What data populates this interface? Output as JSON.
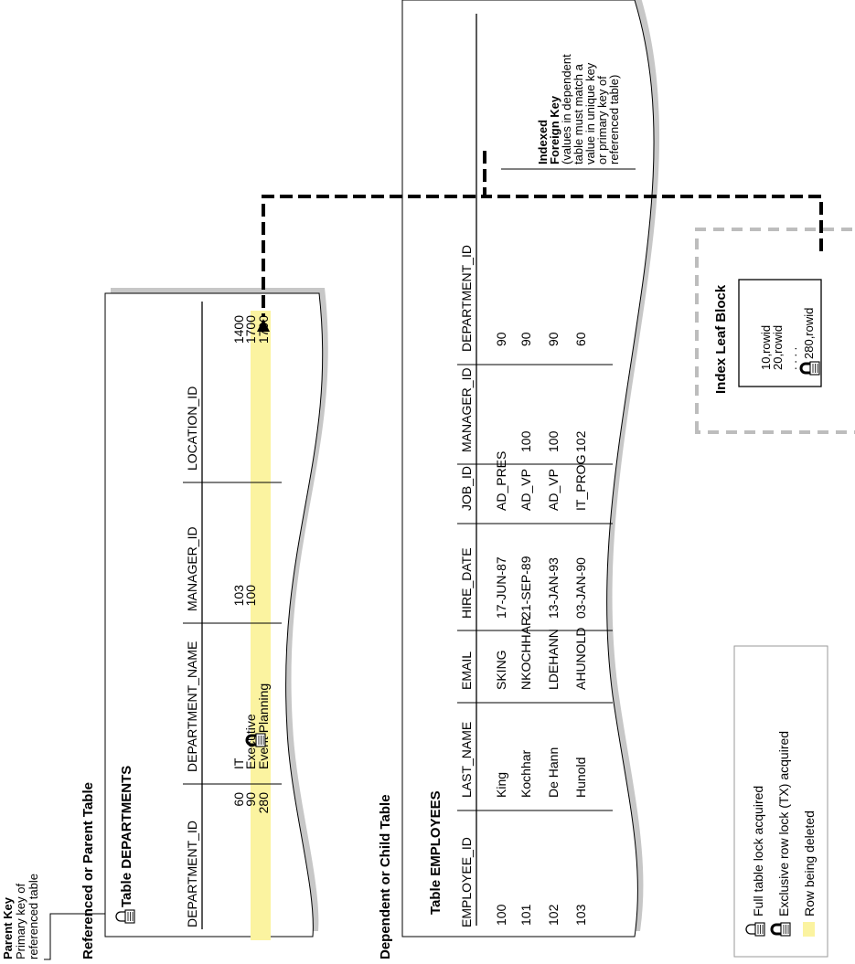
{
  "parent_key": {
    "title": "Parent Key",
    "line1": "Primary key of",
    "line2": "referenced table"
  },
  "parent_section": {
    "title": "Referenced or Parent Table"
  },
  "departments": {
    "table_label": "Table DEPARTMENTS",
    "headers": [
      "DEPARTMENT_ID",
      "DEPARTMENT_NAME",
      "MANAGER_ID",
      "LOCATION_ID"
    ],
    "rows": [
      [
        "60",
        "IT",
        "103",
        "1400"
      ],
      [
        "90",
        "Executive",
        "100",
        "1700"
      ],
      [
        "280",
        "Event Planning",
        "",
        "1700"
      ]
    ]
  },
  "child_section": {
    "title": "Dependent or Child Table"
  },
  "employees": {
    "table_label": "Table EMPLOYEES",
    "headers": [
      "EMPLOYEE_ID",
      "LAST_NAME",
      "EMAIL",
      "HIRE_DATE",
      "JOB_ID",
      "MANAGER_ID",
      "DEPARTMENT_ID"
    ],
    "rows": [
      [
        "100",
        "King",
        "SKING",
        "17-JUN-87",
        "AD_PRES",
        "",
        "90"
      ],
      [
        "101",
        "Kochhar",
        "NKOCHHAR",
        "21-SEP-89",
        "AD_VP",
        "100",
        "90"
      ],
      [
        "102",
        "De Hann",
        "LDEHANN",
        "13-JAN-93",
        "AD_VP",
        "100",
        "90"
      ],
      [
        "103",
        "Hunold",
        "AHUNOLD",
        "03-JAN-90",
        "IT_PROG",
        "102",
        "60"
      ]
    ]
  },
  "indexed_fk": {
    "title1": "Indexed",
    "title2": "Foreign Key",
    "lines": [
      "(values in dependent",
      "table must match a",
      "value in unique key",
      "or primary key of",
      "referenced table)"
    ]
  },
  "index_leaf": {
    "title": "Index Leaf Block",
    "entries": [
      "10,rowid",
      "20,rowid",
      ". . . .",
      "280,rowid"
    ]
  },
  "legend": {
    "items": [
      "Full table lock acquired",
      "Exclusive row lock (TX) acquired",
      "Row being deleted"
    ]
  },
  "colors": {
    "highlight": "#fbf3a0",
    "shadow": "#c7c7c7",
    "dashed_box": "#bdbdbd",
    "legend_border": "#9a9a9a"
  },
  "icons": [
    "open-lock-icon",
    "closed-lock-icon"
  ]
}
